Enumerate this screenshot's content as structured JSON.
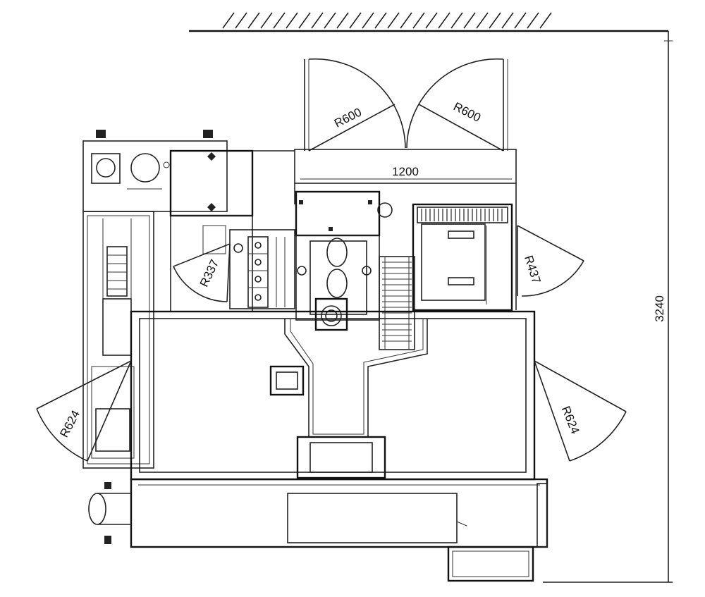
{
  "labels": {
    "door_top_left": "R600",
    "door_top_right": "R600",
    "width_dim": "1200",
    "door_left_upper": "R337",
    "door_right_upper": "R437",
    "door_left_lower": "R624",
    "door_right_lower": "R624",
    "height_dim": "3240"
  }
}
